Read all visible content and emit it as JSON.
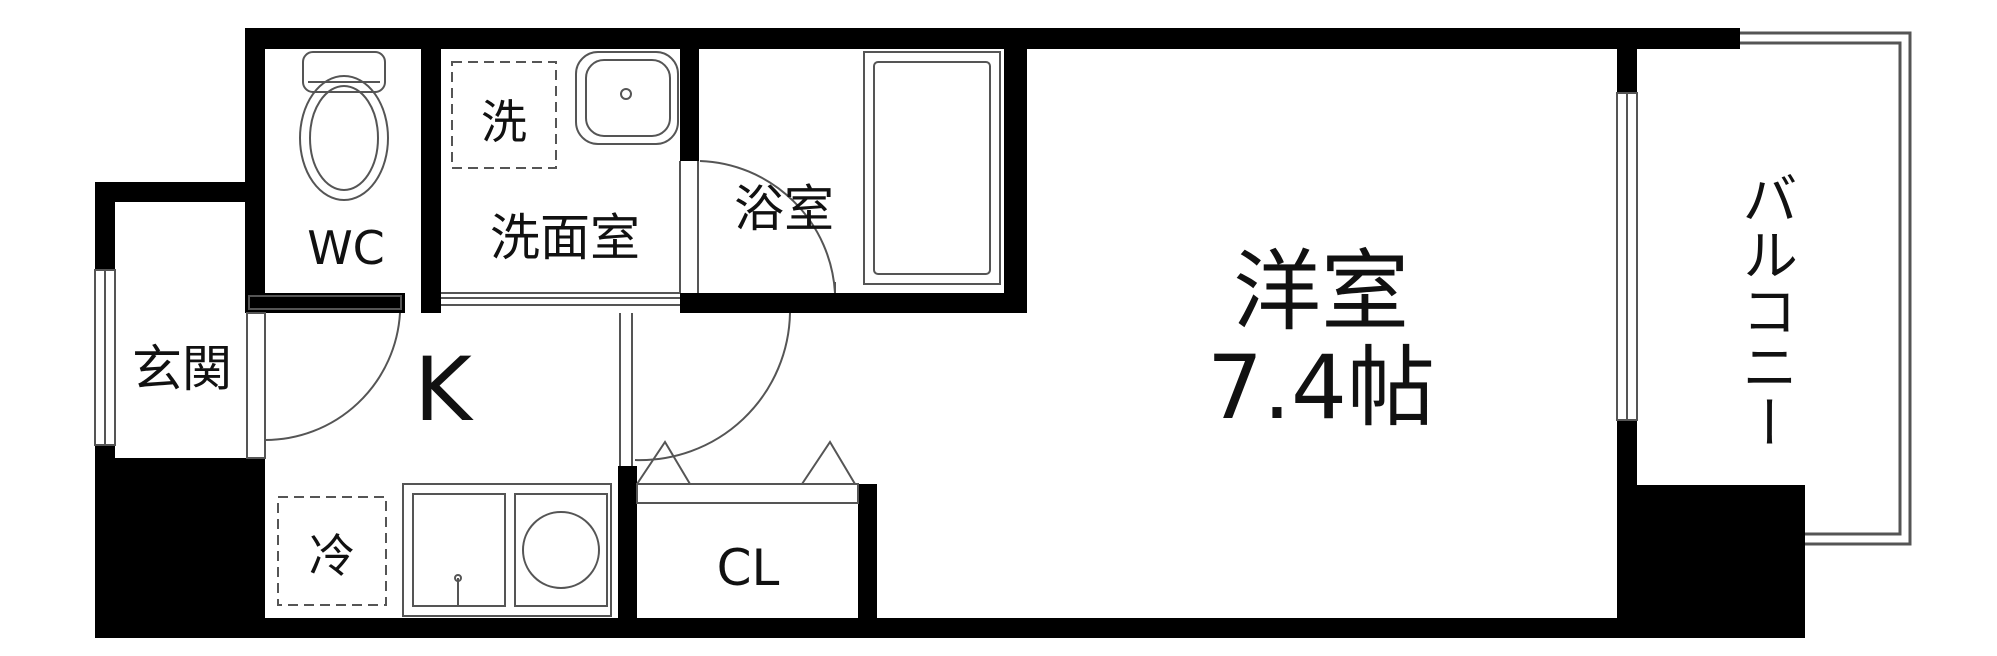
{
  "rooms": {
    "wc": "WC",
    "washroom": "洗面室",
    "washer": "洗",
    "bath": "浴室",
    "western_room": "洋室",
    "western_room_size": "7.4帖",
    "kitchen": "K",
    "entrance": "玄関",
    "fridge": "冷",
    "closet": "CL",
    "balcony": "バルコニー"
  },
  "colors": {
    "wall": "#000000",
    "line": "#555555",
    "text": "#111111",
    "background": "#ffffff"
  }
}
